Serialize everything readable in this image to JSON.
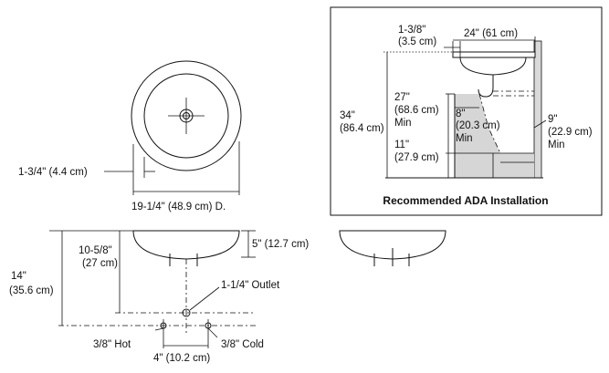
{
  "top_view": {
    "rim_offset": "1-3/4\" (4.4 cm)",
    "diameter": "19-1/4\" (48.9 cm) D."
  },
  "side_view": {
    "depth": "5\" (12.7 cm)",
    "outlet": "1-1/4\" Outlet",
    "height_to_outlet": [
      "10-5/8\"",
      "(27 cm)"
    ],
    "total_height": [
      "14\"",
      "(35.6 cm)"
    ],
    "hot": "3/8\" Hot",
    "cold": "3/8\" Cold",
    "supply_spacing": "4\" (10.2 cm)"
  },
  "ada": {
    "title": "Recommended ADA Installation",
    "offset": [
      "1-3/8\"",
      "(3.5 cm)"
    ],
    "width": "24\" (61 cm)",
    "height": [
      "34\"",
      "(86.4 cm)"
    ],
    "knee_height": [
      "27\"",
      "(68.6 cm)",
      "Min"
    ],
    "knee_depth": [
      "8\"",
      "(20.3 cm)",
      "Min"
    ],
    "toe_height": [
      "11\"",
      "(27.9 cm)"
    ],
    "toe_depth": [
      "9\"",
      "(22.9 cm)",
      "Min"
    ]
  }
}
